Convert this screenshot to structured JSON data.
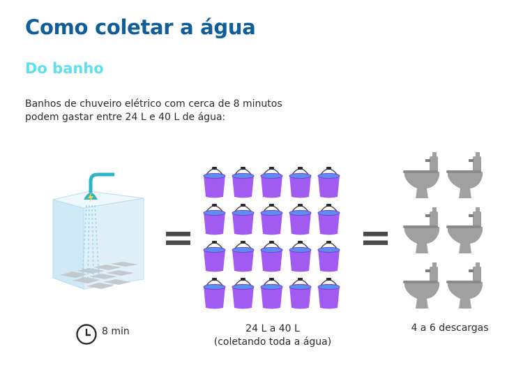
{
  "title": "Como coletar a água",
  "subtitle": "Do banho",
  "description": {
    "line1": "Banhos de chuveiro elétrico com cerca de 8 minutos",
    "line2": "podem gastar entre 24 L e 40 L de água:"
  },
  "equals_symbol": "=",
  "captions": {
    "time": "8 min",
    "buckets_line1": "24 L a 40 L",
    "buckets_line2": "(coletando toda a água)",
    "flushes": "4 a 6 descargas"
  },
  "counts": {
    "buckets": 20,
    "toilets": 6
  },
  "icons": {
    "shower": "shower-box-icon",
    "clock": "clock-icon",
    "bucket": "bucket-icon",
    "toilet": "toilet-icon"
  },
  "colors": {
    "title": "#0d5e99",
    "subtitle": "#5ee0ee",
    "bucket": "#a25bf0",
    "water": "#5a8ff0",
    "toilet": "#a0a0a0",
    "shower_head": "#2eb4c4"
  }
}
